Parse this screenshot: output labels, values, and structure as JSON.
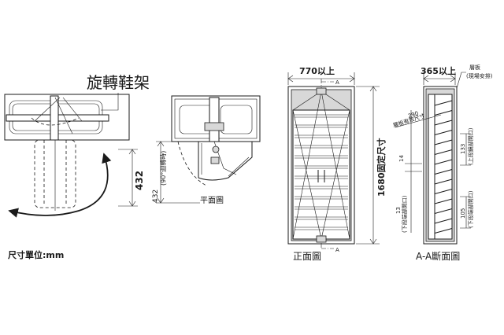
{
  "labels": {
    "rotating_rack": "旋轉鞋架",
    "unit": "尺寸單位:mm",
    "dim_432_left": "432",
    "dim_432_plan": "432",
    "rotation_note": "(90°迴轉時)",
    "plan_view": "平面圖",
    "width_770": "770以上",
    "height_1680": "1680固定尺寸",
    "front_view": "正面圖",
    "section_a": "A",
    "section_a_bottom": "A",
    "depth_365": "365以上",
    "shelf_board": "層板",
    "shelf_note": "(現場安排)",
    "dim_290": "290",
    "effective_size": "層板有效尺寸",
    "dim_14": "14",
    "dim_133": "133",
    "upper_opening": "(上段鏡部開口)",
    "dim_13": "13",
    "lower_stage": "(下段端部開口)",
    "dim_105": "105",
    "lower_opening": "(下段端部開口)",
    "section_view": "A-A斷面圖"
  }
}
